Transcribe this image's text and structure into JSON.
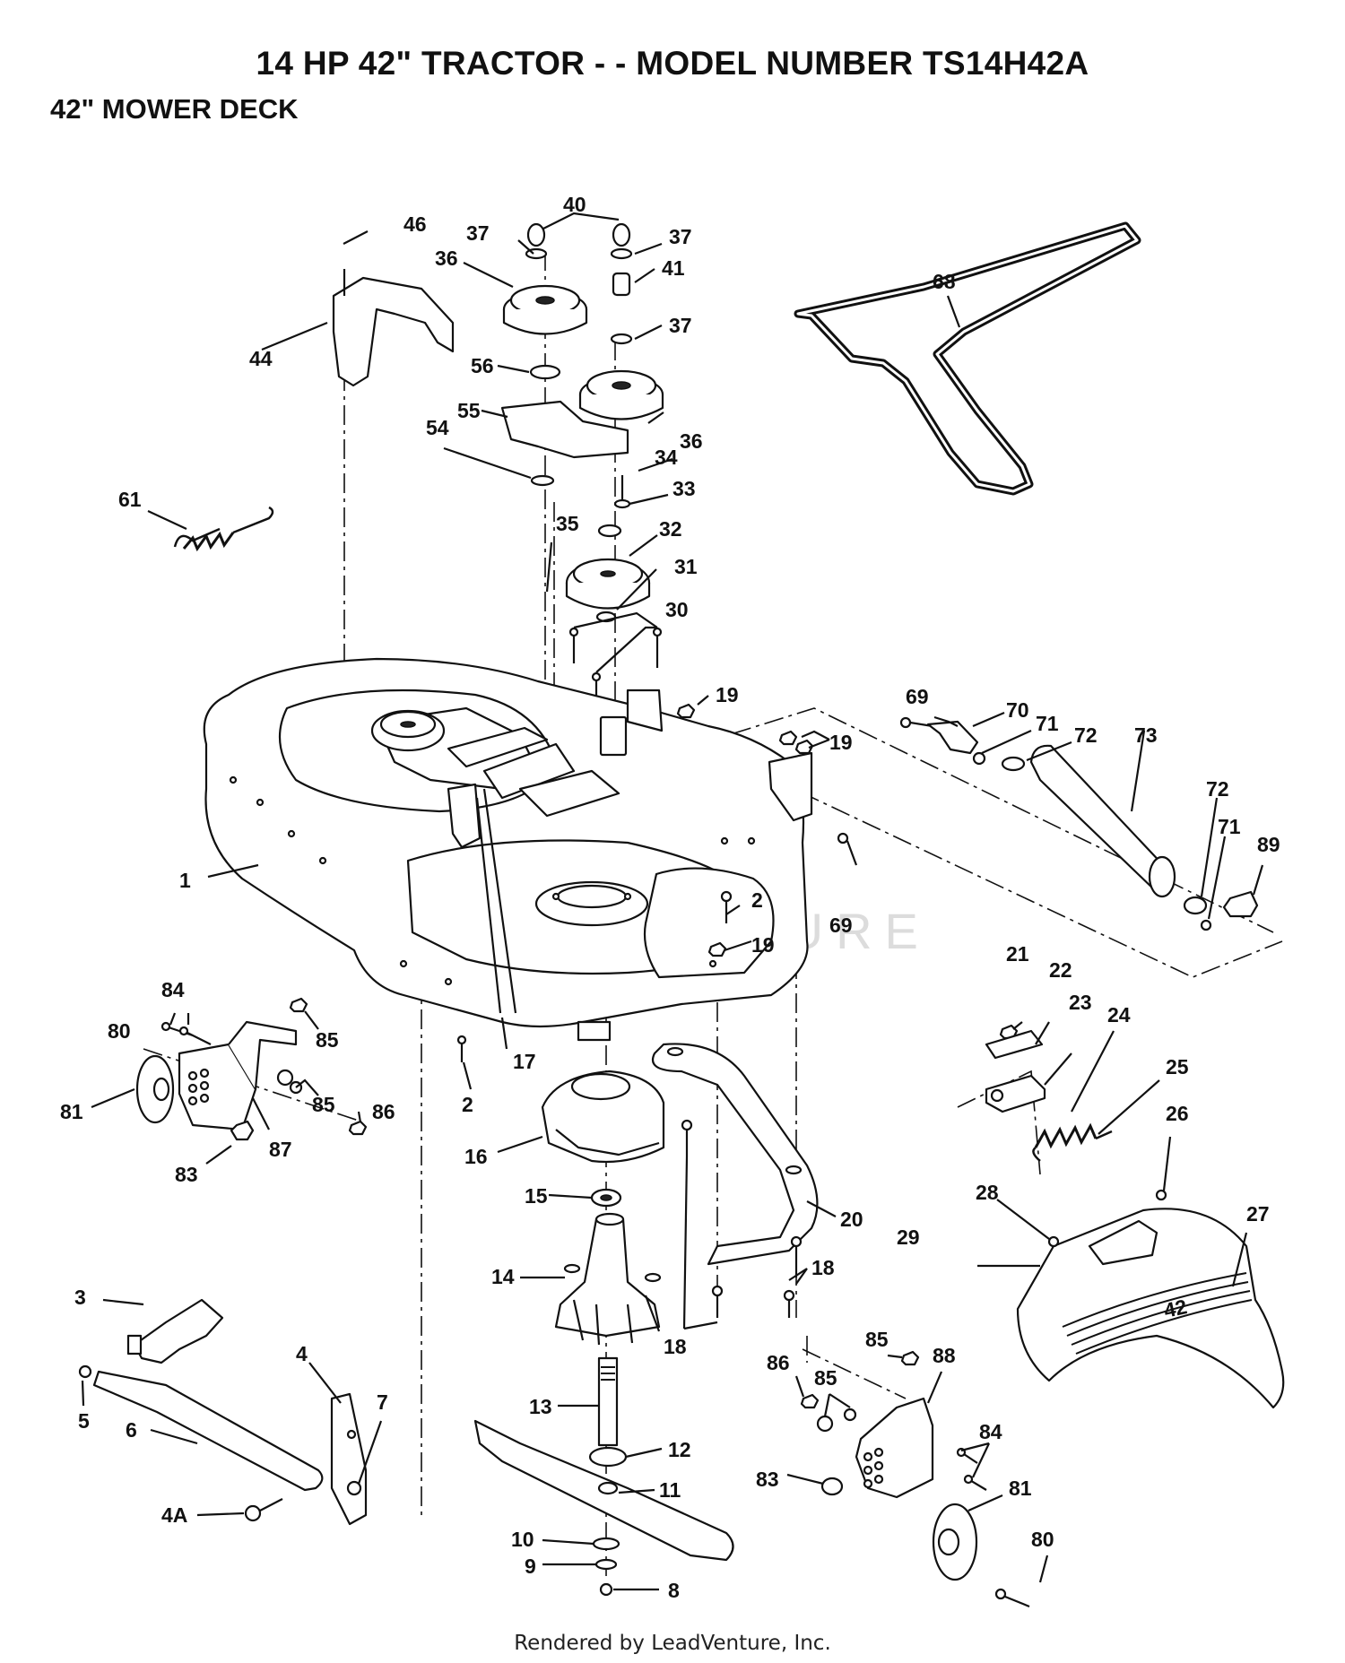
{
  "title": "14 HP 42\" TRACTOR - - MODEL NUMBER TS14H42A",
  "subtitle": "42\" MOWER DECK",
  "footer": "Rendered by LeadVenture, Inc.",
  "watermark": "LEADVENTURE",
  "parts": [
    {
      "id": "p46",
      "label": "46"
    },
    {
      "id": "p44",
      "label": "44"
    },
    {
      "id": "p40",
      "label": "40"
    },
    {
      "id": "p37a",
      "label": "37"
    },
    {
      "id": "p37b",
      "label": "37"
    },
    {
      "id": "p37c",
      "label": "37"
    },
    {
      "id": "p36a",
      "label": "36"
    },
    {
      "id": "p41",
      "label": "41"
    },
    {
      "id": "p56",
      "label": "56"
    },
    {
      "id": "p55",
      "label": "55"
    },
    {
      "id": "p36b",
      "label": "36"
    },
    {
      "id": "p54",
      "label": "54"
    },
    {
      "id": "p34",
      "label": "34"
    },
    {
      "id": "p33",
      "label": "33"
    },
    {
      "id": "p35",
      "label": "35"
    },
    {
      "id": "p32",
      "label": "32"
    },
    {
      "id": "p31",
      "label": "31"
    },
    {
      "id": "p30",
      "label": "30"
    },
    {
      "id": "p61",
      "label": "61"
    },
    {
      "id": "p68",
      "label": "68"
    },
    {
      "id": "p19a",
      "label": "19"
    },
    {
      "id": "p19b",
      "label": "19"
    },
    {
      "id": "p19c",
      "label": "19"
    },
    {
      "id": "p69a",
      "label": "69"
    },
    {
      "id": "p70",
      "label": "70"
    },
    {
      "id": "p71a",
      "label": "71"
    },
    {
      "id": "p72a",
      "label": "72"
    },
    {
      "id": "p73",
      "label": "73"
    },
    {
      "id": "p72b",
      "label": "72"
    },
    {
      "id": "p71b",
      "label": "71"
    },
    {
      "id": "p89",
      "label": "89"
    },
    {
      "id": "p69b",
      "label": "69"
    },
    {
      "id": "p1",
      "label": "1"
    },
    {
      "id": "p2a",
      "label": "2"
    },
    {
      "id": "p2b",
      "label": "2"
    },
    {
      "id": "p17",
      "label": "17"
    },
    {
      "id": "p84a",
      "label": "84"
    },
    {
      "id": "p80a",
      "label": "80"
    },
    {
      "id": "p85a",
      "label": "85"
    },
    {
      "id": "p85b",
      "label": "85"
    },
    {
      "id": "p86a",
      "label": "86"
    },
    {
      "id": "p81a",
      "label": "81"
    },
    {
      "id": "p87",
      "label": "87"
    },
    {
      "id": "p83a",
      "label": "83"
    },
    {
      "id": "p16",
      "label": "16"
    },
    {
      "id": "p15",
      "label": "15"
    },
    {
      "id": "p14",
      "label": "14"
    },
    {
      "id": "p20",
      "label": "20"
    },
    {
      "id": "p18a",
      "label": "18"
    },
    {
      "id": "p18b",
      "label": "18"
    },
    {
      "id": "p21",
      "label": "21"
    },
    {
      "id": "p22",
      "label": "22"
    },
    {
      "id": "p23",
      "label": "23"
    },
    {
      "id": "p24",
      "label": "24"
    },
    {
      "id": "p25",
      "label": "25"
    },
    {
      "id": "p26",
      "label": "26"
    },
    {
      "id": "p27",
      "label": "27"
    },
    {
      "id": "p28",
      "label": "28"
    },
    {
      "id": "p29",
      "label": "29"
    },
    {
      "id": "p3",
      "label": "3"
    },
    {
      "id": "p4",
      "label": "4"
    },
    {
      "id": "p5",
      "label": "5"
    },
    {
      "id": "p6",
      "label": "6"
    },
    {
      "id": "p7",
      "label": "7"
    },
    {
      "id": "p4a",
      "label": "4A"
    },
    {
      "id": "p13",
      "label": "13"
    },
    {
      "id": "p12",
      "label": "12"
    },
    {
      "id": "p11",
      "label": "11"
    },
    {
      "id": "p10",
      "label": "10"
    },
    {
      "id": "p9",
      "label": "9"
    },
    {
      "id": "p8",
      "label": "8"
    },
    {
      "id": "p86b",
      "label": "86"
    },
    {
      "id": "p85c",
      "label": "85"
    },
    {
      "id": "p85d",
      "label": "85"
    },
    {
      "id": "p88",
      "label": "88"
    },
    {
      "id": "p84b",
      "label": "84"
    },
    {
      "id": "p83b",
      "label": "83"
    },
    {
      "id": "p81b",
      "label": "81"
    },
    {
      "id": "p80b",
      "label": "80"
    }
  ],
  "deck_decal": "42"
}
